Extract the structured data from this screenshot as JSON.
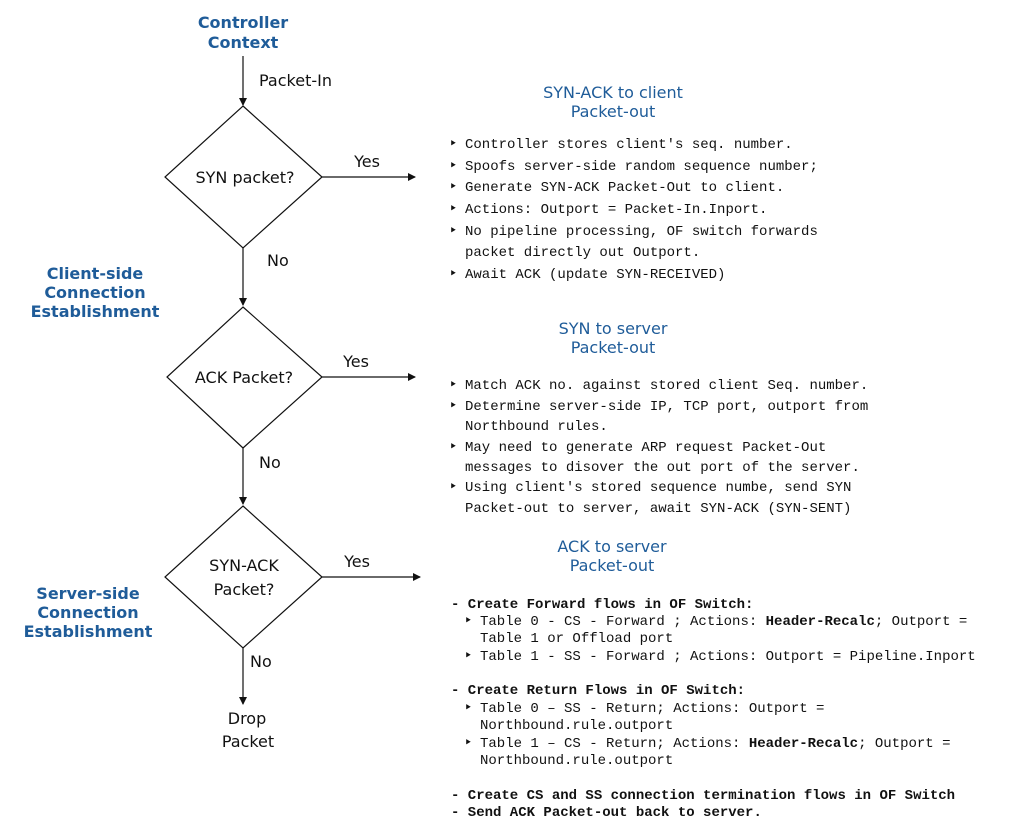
{
  "header": {
    "line1": "Controller",
    "line2": "Context"
  },
  "packet_in": "Packet-In",
  "decisions": [
    {
      "lines": [
        "SYN packet?"
      ],
      "yes": "Yes",
      "no": "No"
    },
    {
      "lines": [
        "ACK Packet?"
      ],
      "yes": "Yes",
      "no": "No"
    },
    {
      "lines": [
        "SYN-ACK",
        "Packet?"
      ],
      "yes": "Yes",
      "no": "No"
    }
  ],
  "drop": {
    "line1": "Drop",
    "line2": "Packet"
  },
  "phases": {
    "client": [
      "Client-side",
      "Connection",
      "Establishment"
    ],
    "server": [
      "Server-side",
      "Connection",
      "Establishment"
    ]
  },
  "blocks": [
    {
      "title": [
        "SYN-ACK to client",
        "Packet-out"
      ],
      "lines": [
        {
          "bullet": "‣",
          "text": "Controller stores client's seq. number."
        },
        {
          "bullet": "‣",
          "text": "Spoofs server-side random sequence number;"
        },
        {
          "bullet": "‣",
          "text": "Generate SYN-ACK Packet-Out to client."
        },
        {
          "bullet": "‣",
          "text": "Actions: Outport = Packet-In.Inport."
        },
        {
          "bullet": "‣",
          "text": "No pipeline processing, OF switch forwards"
        },
        {
          "bullet": "",
          "text": "packet directly out Outport."
        },
        {
          "bullet": "‣",
          "text": "Await ACK (update SYN-RECEIVED)"
        }
      ]
    },
    {
      "title": [
        "SYN to server",
        "Packet-out"
      ],
      "lines": [
        {
          "bullet": "‣",
          "text": "Match ACK no. against stored client Seq. number."
        },
        {
          "bullet": "‣",
          "text": "Determine server-side IP, TCP port, outport from"
        },
        {
          "bullet": "",
          "text": "Northbound rules."
        },
        {
          "bullet": "‣",
          "text": "May need to generate ARP request Packet-Out"
        },
        {
          "bullet": "",
          "text": "messages to disover the out port of the server."
        },
        {
          "bullet": "‣",
          "text": "Using client's stored sequence numbe, send SYN"
        },
        {
          "bullet": "",
          "text": "Packet-out to server, await SYN-ACK (SYN-SENT)"
        }
      ]
    },
    {
      "title": [
        "ACK to server",
        "Packet-out"
      ],
      "lines": [
        {
          "bullet": "",
          "parts": [
            {
              "t": "- Create Forward flows in OF Switch:",
              "b": true
            }
          ]
        },
        {
          "bullet": "‣",
          "parts": [
            {
              "t": "Table 0 - CS - Forward ; Actions: ",
              "b": false
            },
            {
              "t": "Header-Recalc",
              "b": true
            },
            {
              "t": "; Outport =",
              "b": false
            }
          ]
        },
        {
          "bullet": "",
          "parts": [
            {
              "t": "Table 1 or Offload port",
              "b": false
            }
          ]
        },
        {
          "bullet": "‣",
          "parts": [
            {
              "t": "Table 1 - SS - Forward ; Actions: Outport = Pipeline.Inport",
              "b": false
            }
          ]
        },
        {
          "bullet": "",
          "parts": [
            {
              "t": "- Create Return Flows in OF Switch:",
              "b": true
            }
          ]
        },
        {
          "bullet": "‣",
          "parts": [
            {
              "t": "Table 0 – SS - Return; Actions: Outport =",
              "b": false
            }
          ]
        },
        {
          "bullet": "",
          "parts": [
            {
              "t": "Northbound.rule.outport",
              "b": false
            }
          ]
        },
        {
          "bullet": "‣",
          "parts": [
            {
              "t": "Table 1 – CS - Return; Actions: ",
              "b": false
            },
            {
              "t": "Header-Recalc",
              "b": true
            },
            {
              "t": "; Outport =",
              "b": false
            }
          ]
        },
        {
          "bullet": "",
          "parts": [
            {
              "t": "Northbound.rule.outport",
              "b": false
            }
          ]
        },
        {
          "bullet": "",
          "parts": [
            {
              "t": "- Create CS and SS connection termination flows in OF Switch",
              "b": true
            }
          ]
        },
        {
          "bullet": "",
          "parts": [
            {
              "t": "- Send ACK Packet-out back to server.",
              "b": true
            }
          ]
        }
      ]
    }
  ],
  "colors": {
    "accent": "#1f5c99",
    "line": "#111111"
  }
}
